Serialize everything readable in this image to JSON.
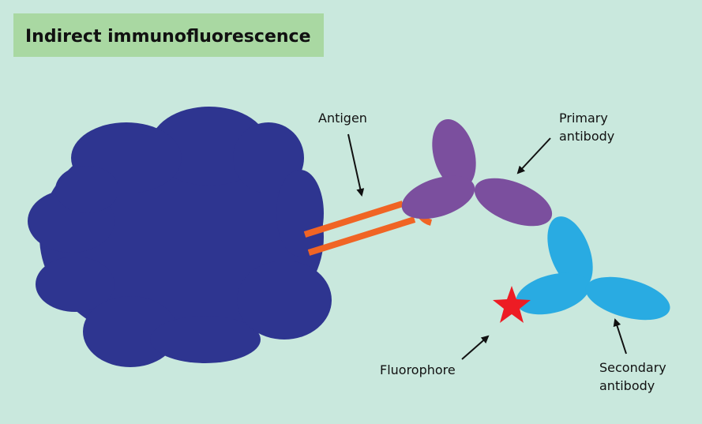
{
  "title": "Indirect immunofluorescence",
  "labels": {
    "antigen": "Antigen",
    "primary_line1": "Primary",
    "primary_line2": "antibody",
    "fluorophore": "Fluorophore",
    "secondary_line1": "Secondary",
    "secondary_line2": "antibody"
  },
  "colors": {
    "background": "#c9e8dd",
    "title_box": "#a9d8a2",
    "cell": "#2e3590",
    "antigen": "#f06424",
    "primary_antibody": "#7b4f9e",
    "secondary_antibody": "#29abe2",
    "fluorophore": "#ed1c24"
  }
}
